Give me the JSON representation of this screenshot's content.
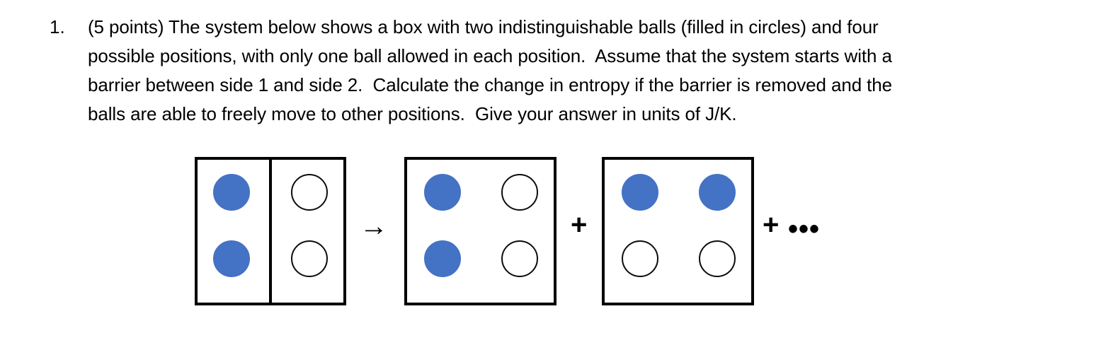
{
  "question": {
    "number": "1.",
    "lines": [
      "(5 points) The system below shows a box with two indistinguishable balls (filled in circles) and four",
      "possible positions, with only one ball allowed in each position.  Assume that the system starts with a",
      "barrier between side 1 and side 2.  Calculate the change in entropy if the barrier is removed and the",
      "balls are able to freely move to other positions.  Give your answer in units of J/K."
    ],
    "full_text": "(5 points) The system below shows a box with two indistinguishable balls (filled in circles) and four possible positions, with only one ball allowed in each position.  Assume that the system starts with a barrier between side 1 and side 2.  Calculate the change in entropy if the barrier is removed and the balls are able to freely move to other positions.  Give your answer in units of J/K."
  },
  "diagram": {
    "filled_ball_color": "#4472C4",
    "empty_ball_color": "#FFFFFF",
    "outline_color": "#000000",
    "boxes": [
      {
        "id": "box-initial",
        "has_barrier": true,
        "barrier_label": "vertical barrier between side 1 and side 2",
        "slots": [
          {
            "position": "top-left",
            "state": "filled"
          },
          {
            "position": "top-right",
            "state": "empty"
          },
          {
            "position": "bottom-left",
            "state": "filled"
          },
          {
            "position": "bottom-right",
            "state": "empty"
          }
        ]
      },
      {
        "id": "box-state-1",
        "has_barrier": false,
        "slots": [
          {
            "position": "top-left",
            "state": "filled"
          },
          {
            "position": "top-right",
            "state": "empty"
          },
          {
            "position": "bottom-left",
            "state": "filled"
          },
          {
            "position": "bottom-right",
            "state": "empty"
          }
        ]
      },
      {
        "id": "box-state-2",
        "has_barrier": false,
        "slots": [
          {
            "position": "top-left",
            "state": "filled"
          },
          {
            "position": "top-right",
            "state": "filled"
          },
          {
            "position": "bottom-left",
            "state": "empty"
          },
          {
            "position": "bottom-right",
            "state": "empty"
          }
        ]
      }
    ],
    "operators": {
      "arrow": "→",
      "plus_1": "+",
      "plus_2": "+",
      "ellipsis": "•••"
    }
  }
}
